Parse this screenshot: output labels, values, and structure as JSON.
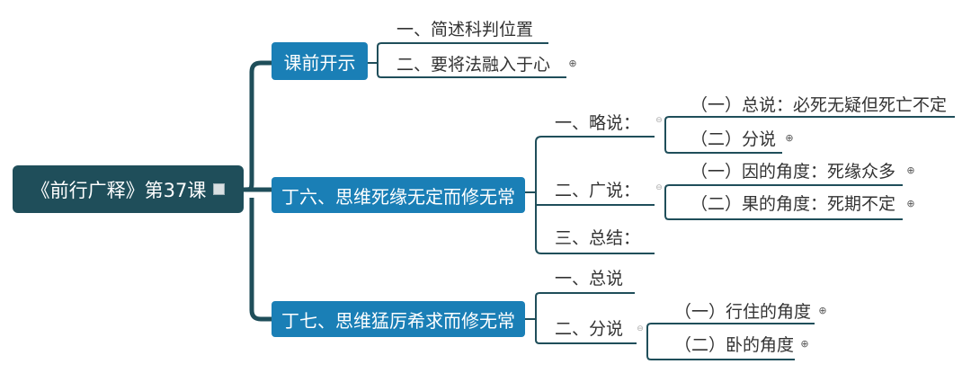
{
  "root": {
    "label": "《前行广释》第37课"
  },
  "branches": [
    {
      "label": "课前开示",
      "children": [
        "一、简述科判位置",
        "二、要将法融入于心"
      ]
    },
    {
      "label": "丁六、思维死缘无定而修无常",
      "children": [
        "一、略说：",
        "二、广说：",
        "三、总结："
      ],
      "subchildren": {
        "brief": [
          "（一）总说：必死无疑但死亡不定",
          "（二）分说"
        ],
        "detailed": [
          "（一）因的角度：死缘众多",
          "（二）果的角度：死期不定"
        ]
      }
    },
    {
      "label": "丁七、思维猛厉希求而修无常",
      "children": [
        "一、总说",
        "二、分说"
      ],
      "subchildren": {
        "detailed": [
          "（一）行住的角度",
          "（二）卧的角度"
        ]
      }
    }
  ],
  "icons": {
    "expand": "plus-circle-icon",
    "collapse": "minus-circle-icon",
    "note": "note-icon"
  },
  "colors": {
    "root": "#1f4e5a",
    "branch": "#1a7fb6",
    "line": "#1f4e5a"
  }
}
